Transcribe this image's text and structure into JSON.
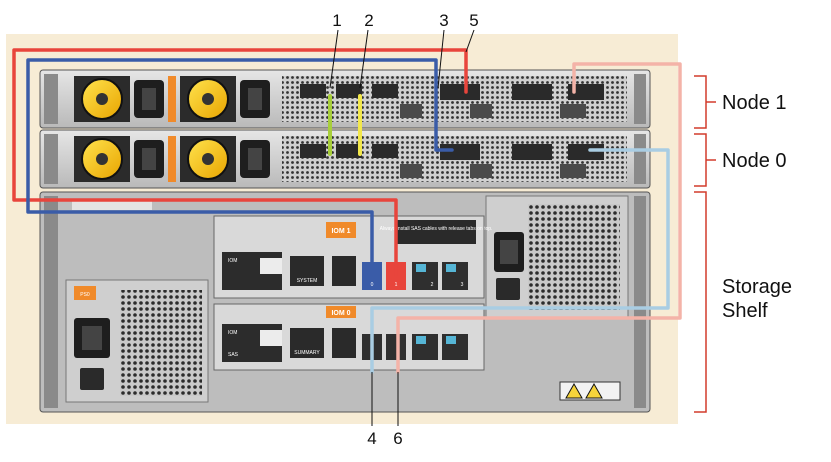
{
  "callouts": {
    "c1": "1",
    "c2": "2",
    "c3": "3",
    "c5": "5",
    "c4": "4",
    "c6": "6"
  },
  "sections": {
    "node1": "Node 1",
    "node0": "Node 0",
    "shelf_line1": "Storage",
    "shelf_line2": "Shelf"
  },
  "modules": {
    "iom1": "IOM 1",
    "iom0": "IOM 0",
    "psu": "PS0",
    "port0": "0",
    "port1": "1",
    "port2": "2",
    "port3": "3",
    "warning_note": "Always install SAS cables with release tabs on top.",
    "iom_label": "IOM",
    "sas_label": "SAS",
    "system_label": "SYSTEM",
    "summary_label": "SUMMARY"
  },
  "colors": {
    "red_cable": "#e8453c",
    "blue_cable": "#3a5ca8",
    "pink_cable": "#f4b3a8",
    "lightblue_cable": "#a9cde3",
    "green_cable": "#a8cf3a",
    "yellow_cable": "#f3e84a",
    "frame": "#d23b2c",
    "iom_tab": "#f08a2a"
  }
}
